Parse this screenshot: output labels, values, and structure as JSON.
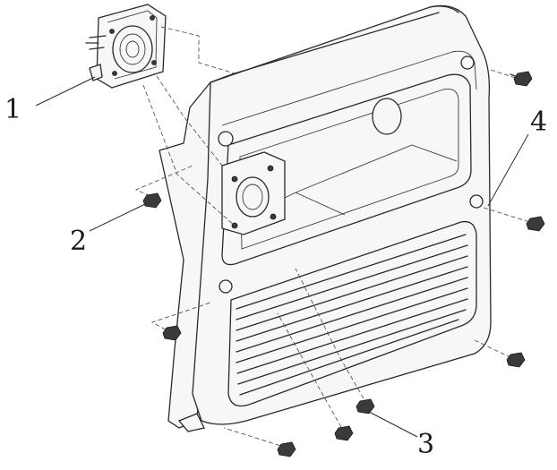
{
  "callouts": [
    {
      "id": "1",
      "label": "1"
    },
    {
      "id": "2",
      "label": "2"
    },
    {
      "id": "3",
      "label": "3"
    },
    {
      "id": "4",
      "label": "4"
    }
  ],
  "colors": {
    "ink": "#2a2a2a",
    "background": "#ffffff"
  }
}
